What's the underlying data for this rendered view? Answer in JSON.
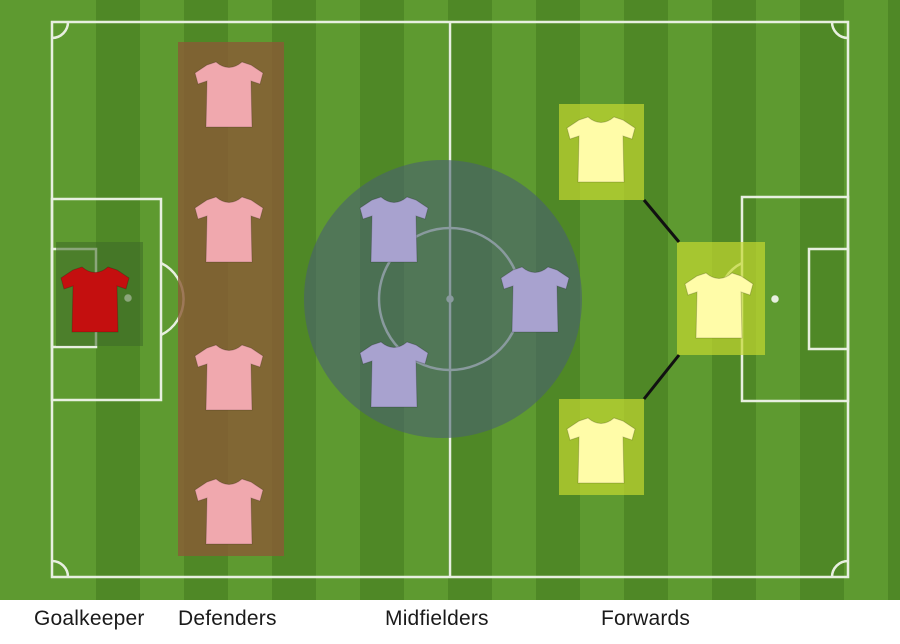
{
  "diagram": {
    "type": "football-formation",
    "formation": [
      1,
      4,
      3,
      3
    ],
    "colors": {
      "grass_light": "#5e9a30",
      "grass_dark": "#4f8826",
      "pitch_lines": "#e8efe0",
      "goalkeeper_shirt": "#c40f0f",
      "goalkeeper_zone": "#3e6a28",
      "defender_shirt": "#f0a8ae",
      "defender_zone": "#8a5a36",
      "midfielder_shirt": "#a8a2cf",
      "midfielder_zone": "#4a6072",
      "forward_shirt": "#fffca8",
      "forward_zone": "#c4d830",
      "connector": "#111111"
    },
    "groups": [
      {
        "key": "goalkeeper",
        "label": "Goalkeeper",
        "players": 1
      },
      {
        "key": "defenders",
        "label": "Defenders",
        "players": 4
      },
      {
        "key": "midfielders",
        "label": "Midfielders",
        "players": 3
      },
      {
        "key": "forwards",
        "label": "Forwards",
        "players": 3
      }
    ]
  }
}
